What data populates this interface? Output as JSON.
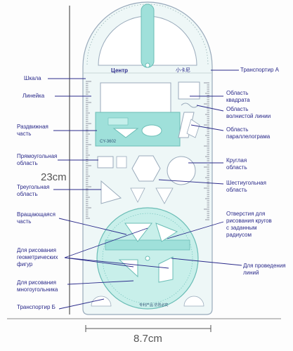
{
  "labels": {
    "center": "Центр",
    "brand": "小卡尼",
    "model": "CY-3602",
    "made": "专利产品  仿冒必究",
    "scale": "Шкала",
    "ruler": "Линейка",
    "sliding": "Раздвижная\nчасть",
    "rect": "Прямоугольная\nобласть",
    "tri": "Треугольная\nобласть",
    "rotating": "Вращающаяся\nчасть",
    "geom": "Для рисования\nгеометрических\nфигур",
    "poly": "Для рисования\nмногоугольника",
    "protB": "Транспортир Б",
    "protA": "Транспортир А",
    "square": "Область\nквадрата",
    "wave": "Область\nволнистой линии",
    "para": "Область\nпараллелограма",
    "circle": "Круглая\nобласть",
    "hex": "Шестиугольная\nобласть",
    "holes": "Отверстия для\nрисования кругов\nс заданным\nрадиусом",
    "lines": "Для проведения\nлиний"
  },
  "dims": {
    "height": "23cm",
    "width": "8.7cm"
  },
  "colors": {
    "accent": "#7fd6cf",
    "line": "#2a2a8a",
    "text": "#2a2a8a"
  }
}
